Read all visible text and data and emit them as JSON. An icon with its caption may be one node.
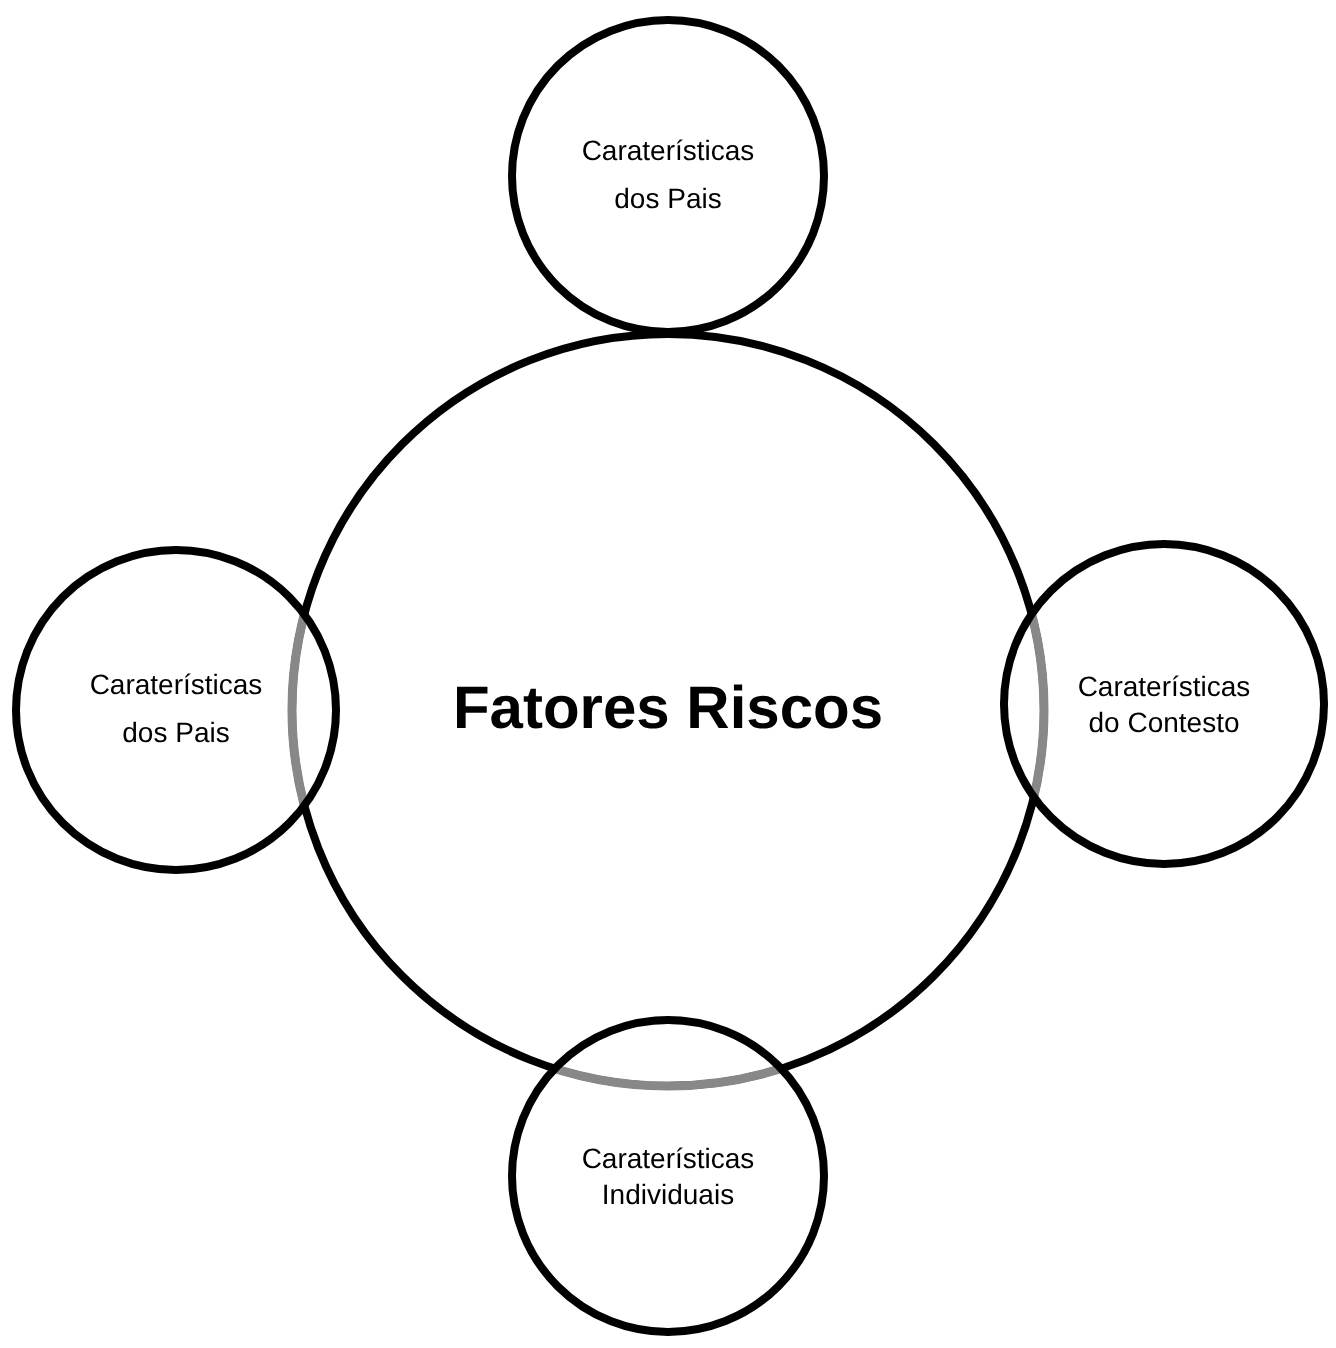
{
  "diagram": {
    "nodes": [
      {
        "text": [
          "Fatores Riscos"
        ]
      },
      {
        "text": [
          "Caraterísticas dos Pais"
        ]
      },
      {
        "text": [
          "Caraterísticas dos Pais"
        ]
      },
      {
        "text": [
          "Caraterísticas do Contesto"
        ]
      },
      {
        "text": [
          "Caraterísticas Individuais"
        ]
      }
    ],
    "edges": []
  }
}
